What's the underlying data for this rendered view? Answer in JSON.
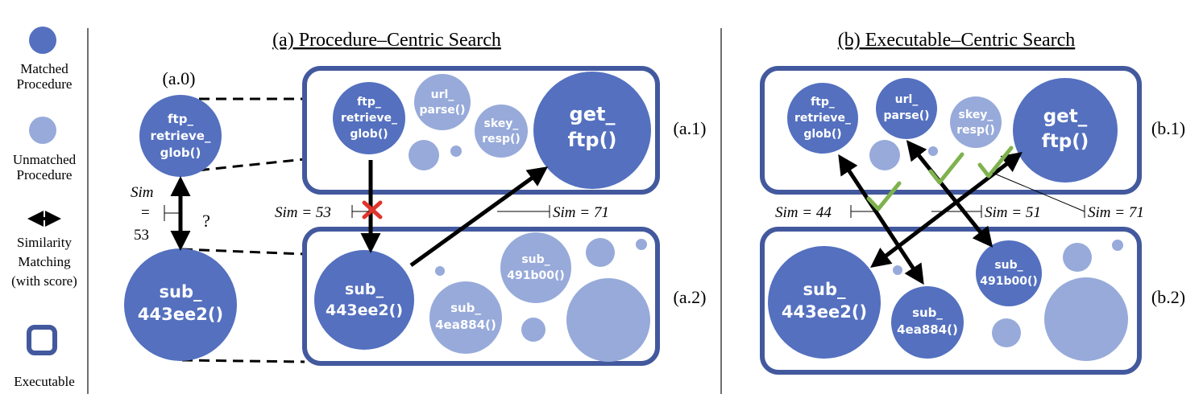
{
  "colors": {
    "matched": "#5470bf",
    "unmatched": "#97aada",
    "box": "#43599e",
    "arrow": "#000000",
    "cross": "#e0352b",
    "check": "#7fb24e"
  },
  "legend": {
    "matched": [
      "Matched",
      "Procedure"
    ],
    "unmatched": [
      "Unmatched",
      "Procedure"
    ],
    "similarity": [
      "Similarity",
      "Matching",
      "(with score)"
    ],
    "executable": "Executable"
  },
  "panel_a": {
    "title": "(a) Procedure–Centric Search",
    "tag_a0": "(a.0)",
    "tag_a1": "(a.1)",
    "tag_a2": "(a.2)",
    "node_ftp": [
      "ftp_",
      "retrieve_",
      "glob()"
    ],
    "node_sub": [
      "sub_",
      "443ee2()"
    ],
    "sim_left": [
      "Sim",
      "=",
      "53"
    ],
    "question": "?",
    "top": {
      "ftp": [
        "ftp_",
        "retrieve_",
        "glob()"
      ],
      "url": [
        "url_",
        "parse()"
      ],
      "skey": [
        "skey_",
        "resp()"
      ],
      "getftp": [
        "get_",
        "ftp()"
      ]
    },
    "bottom": {
      "sub443": [
        "sub_",
        "443ee2()"
      ],
      "sub491": [
        "sub_",
        "491b00()"
      ],
      "sub4ea": [
        "sub_",
        "4ea884()"
      ]
    },
    "sim_53": "Sim = 53",
    "sim_71": "Sim = 71"
  },
  "panel_b": {
    "title": "(b) Executable–Centric Search",
    "tag_b1": "(b.1)",
    "tag_b2": "(b.2)",
    "top": {
      "ftp": [
        "ftp_",
        "retrieve_",
        "glob()"
      ],
      "url": [
        "url_",
        "parse()"
      ],
      "skey": [
        "skey_",
        "resp()"
      ],
      "getftp": [
        "get_",
        "ftp()"
      ]
    },
    "bottom": {
      "sub443": [
        "sub_",
        "443ee2()"
      ],
      "sub4ea": [
        "sub_",
        "4ea884()"
      ],
      "sub491": [
        "sub_",
        "491b00()"
      ]
    },
    "sim_44": "Sim = 44",
    "sim_51": "Sim = 51",
    "sim_71": "Sim = 71"
  }
}
